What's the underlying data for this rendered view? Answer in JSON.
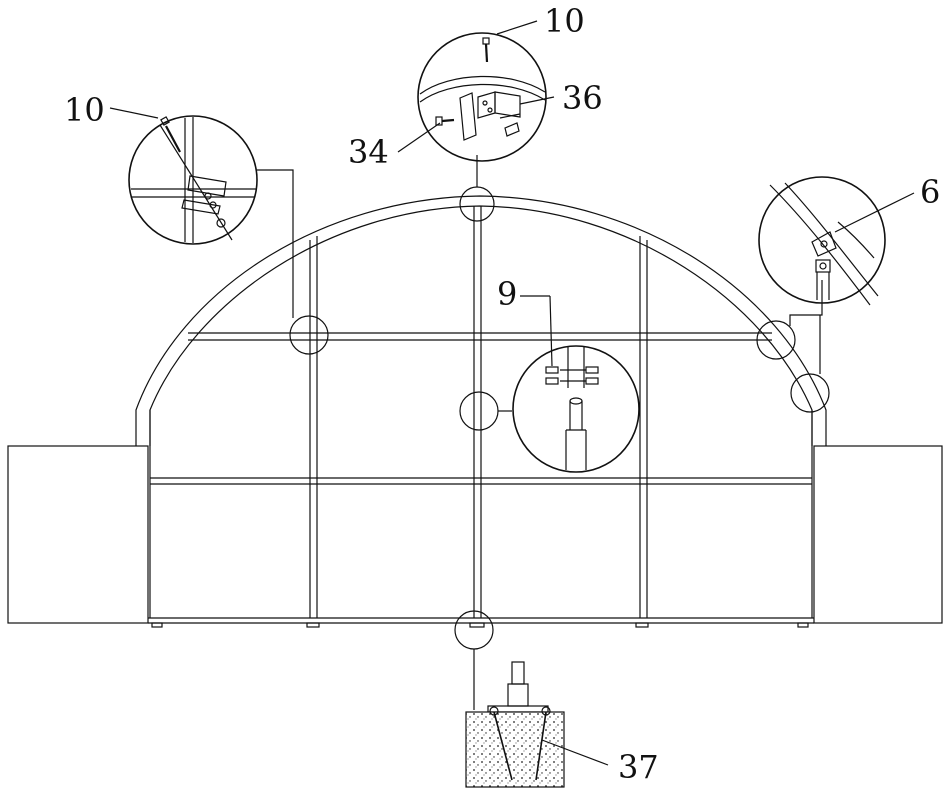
{
  "labels": {
    "top": "10",
    "left": "10",
    "bracket": "36",
    "bolt": "34",
    "right": "6",
    "center": "9",
    "anchor": "37"
  }
}
